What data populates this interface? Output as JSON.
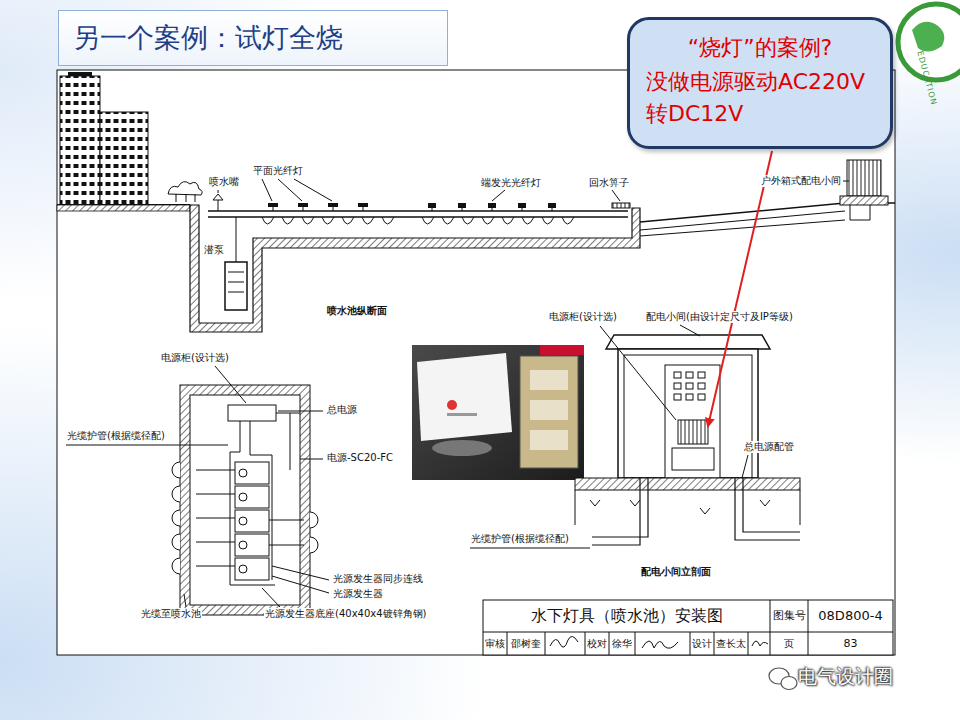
{
  "diagram": {
    "title": "另一个案例：试灯全烧",
    "nodes": [
      {
        "text": [
          "“烧灯”的案例?",
          "没做电源驱动AC220V 转DC12V"
        ]
      }
    ],
    "labels": [
      "喷水嘴",
      "平面光纤灯",
      "端发光光纤灯",
      "回水箅子",
      "户外箱式配电小间",
      "潜泵",
      "喷水池纵断面",
      "电源柜(设计选)",
      "总电源",
      "电源-SC20-FC",
      "光缆护管(根据缆径配)",
      "光源发生器同步连线",
      "光源发生器",
      "光缆至喷水池",
      "光源发生器底座(40x40x4镀锌角钢)",
      "电源柜(设计选)",
      "配电小间(由设计定尺寸及IP等级)",
      "总电源配管",
      "光缆护管(根据缆径配)",
      "配电小间立剖面",
      "水下灯具（喷水池）安装图",
      "图集号",
      "08D800-4",
      "审核",
      "邵树奎",
      "校对",
      "徐华",
      "设计",
      "查长太",
      "页",
      "83",
      "电气设计圈",
      "EDUCATION"
    ]
  }
}
